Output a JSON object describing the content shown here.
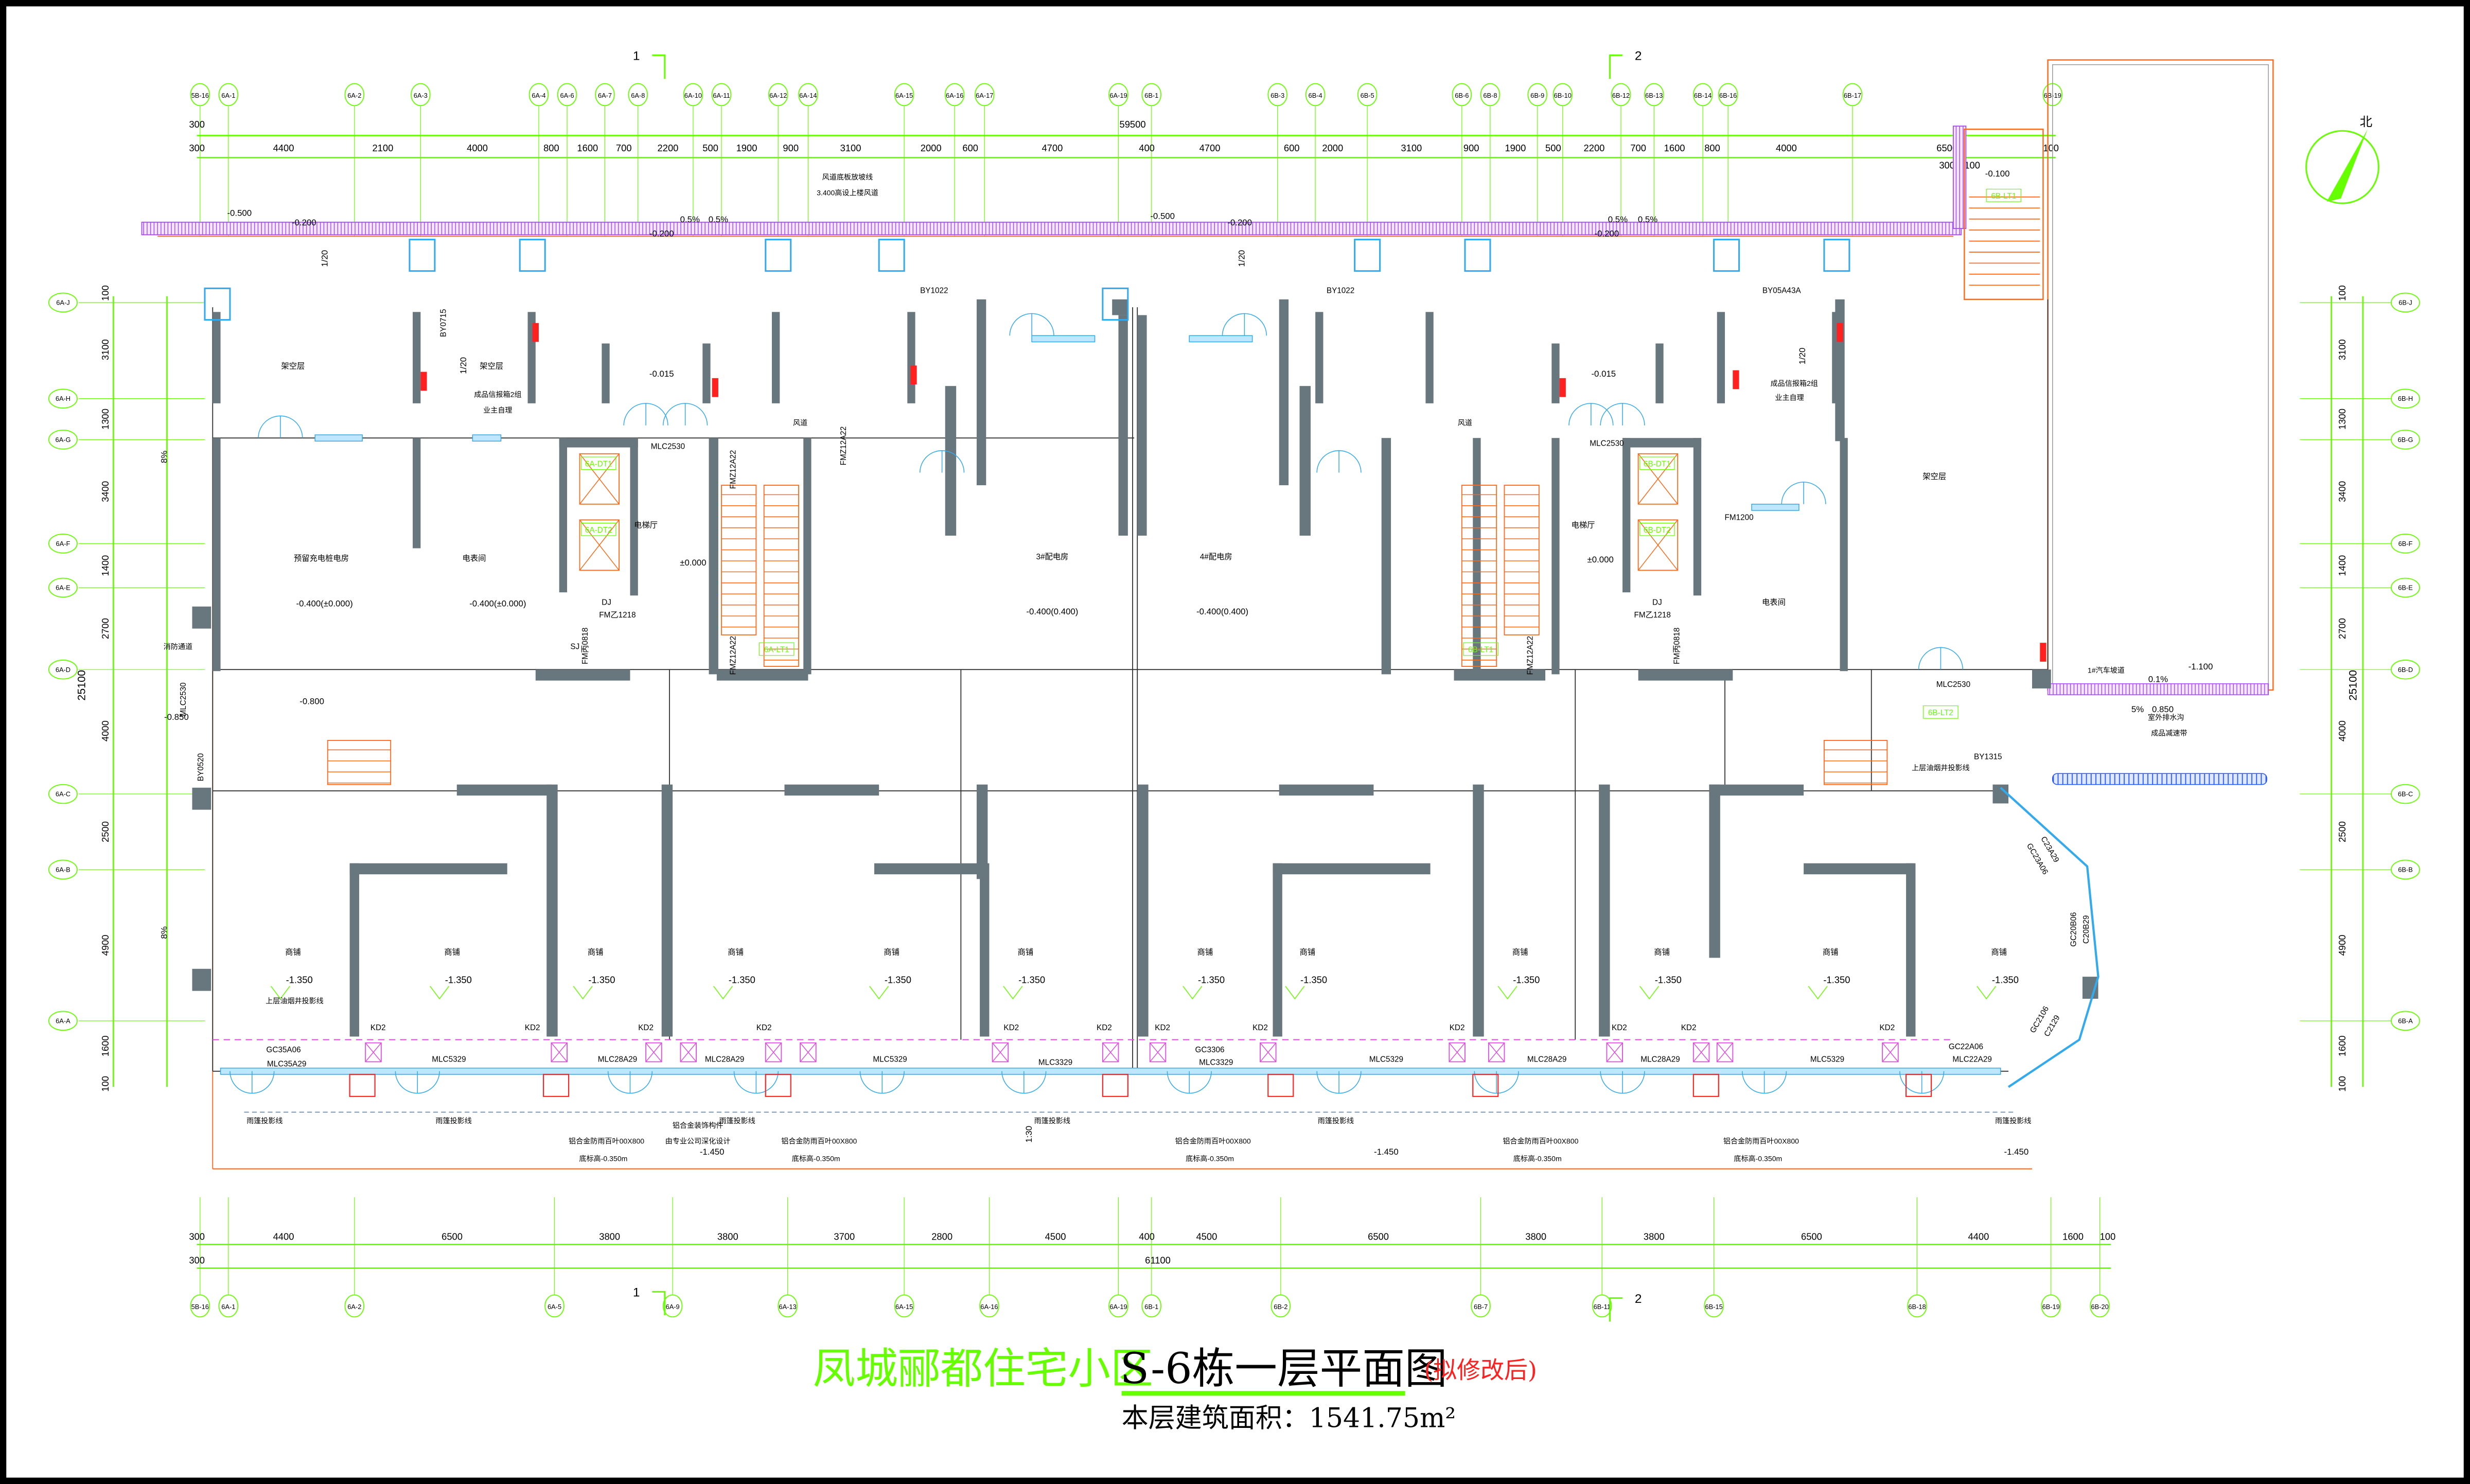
{
  "title": {
    "project": "凤城郦都住宅小区",
    "drawing": "S-6栋一层平面图",
    "revision_note": "(拟修改后)",
    "area": "本层建筑面积：1541.75m²"
  },
  "north_arrow": {
    "label": "北"
  },
  "section_marks": [
    "1",
    "2",
    "1",
    "2"
  ],
  "top_axes": [
    "5B-16",
    "6A-1",
    "6A-2",
    "6A-3",
    "6A-4",
    "6A-6",
    "6A-7",
    "6A-8",
    "6A-10",
    "6A-11",
    "6A-12",
    "6A-14",
    "6A-15",
    "6A-16",
    "6A-17",
    "6A-19",
    "6B-1",
    "6B-3",
    "6B-4",
    "6B-5",
    "6B-6",
    "6B-8",
    "6B-9",
    "6B-10",
    "6B-12",
    "6B-13",
    "6B-14",
    "6B-16",
    "6B-17",
    "6B-19"
  ],
  "top_dims_total": [
    "300",
    "59500"
  ],
  "top_dims": [
    "300",
    "4400",
    "2100",
    "4000",
    "800",
    "1600",
    "700",
    "2200",
    "500",
    "1900",
    "900",
    "3100",
    "2000",
    "600",
    "4700",
    "400",
    "4700",
    "600",
    "2000",
    "3100",
    "900",
    "1900",
    "500",
    "2200",
    "700",
    "1600",
    "800",
    "4000",
    "6500",
    "100",
    "300",
    "100"
  ],
  "bottom_axes": [
    "5B-16",
    "6A-1",
    "6A-2",
    "6A-5",
    "6A-9",
    "6A-13",
    "6A-15",
    "6A-16",
    "6A-19",
    "6B-1",
    "6B-2",
    "6B-7",
    "6B-11",
    "6B-15",
    "6B-18",
    "6B-19",
    "6B-20"
  ],
  "bottom_dims": [
    "300",
    "4400",
    "6500",
    "3800",
    "3800",
    "3700",
    "2800",
    "4500",
    "400",
    "4500",
    "6500",
    "3800",
    "3800",
    "6500",
    "4400",
    "1600",
    "100"
  ],
  "bottom_dims_total": [
    "300",
    "61100"
  ],
  "left_axes": [
    "6A-J",
    "6A-H",
    "6A-G",
    "6A-F",
    "6A-E",
    "6A-D",
    "6A-C",
    "6A-B",
    "6A-A"
  ],
  "right_axes": [
    "6B-J",
    "6B-H",
    "6B-G",
    "6B-F",
    "6B-E",
    "6B-D",
    "6B-C",
    "6B-B",
    "6B-A"
  ],
  "side_dims": [
    "100",
    "3100",
    "1300",
    "3400",
    "1400",
    "2700",
    "4000",
    "2500",
    "4900",
    "1600",
    "100"
  ],
  "side_dim_total": "25100",
  "rooms": [
    "架空层",
    "架空层",
    "预留充电桩电房",
    "电表间",
    "电梯厅",
    "3#配电房",
    "4#配电房",
    "电梯厅",
    "电表间",
    "架空层",
    "商铺",
    "商铺",
    "商铺",
    "商铺",
    "商铺",
    "商铺",
    "商铺",
    "商铺",
    "商铺",
    "商铺",
    "商铺",
    "商铺"
  ],
  "shop_elevation": "-1.350",
  "elevations": [
    "-0.500",
    "-0.200",
    "-0.200",
    "-0.500",
    "-0.200",
    "-0.200",
    "-0.015",
    "-0.015",
    "-0.400(±0.000)",
    "-0.400(±0.000)",
    "±0.000",
    "±0.000",
    "-0.400(0.400)",
    "-0.400(0.400)",
    "-0.800",
    "-0.850",
    "-1.100",
    "0.850",
    "-1.450",
    "-1.450",
    "-1.450",
    "-0.100"
  ],
  "slopes": [
    "0.5%",
    "0.5%",
    "0.5%",
    "0.5%",
    "1/20",
    "1/20",
    "1/20",
    "1/20",
    "8%",
    "8%",
    "0.1%",
    "5%",
    "1:30"
  ],
  "annotations": [
    "风道底板放坡线",
    "3.400高设上楼风道",
    "成品信报箱2组",
    "业主自理",
    "成品信报箱2组",
    "业主自理",
    "消防通道",
    "1#汽车坡道",
    "室外排水沟",
    "成品减速带",
    "上层油烟井投影线",
    "上层油烟井投影线",
    "雨篷投影线",
    "雨篷投影线",
    "雨篷投影线",
    "雨篷投影线",
    "雨篷投影线",
    "雨篷投影线",
    "铝合金装饰构件",
    "由专业公司深化设计",
    "铝合金防雨百叶00X800",
    "底标高-0.350m",
    "铝合金防雨百叶00X800",
    "底标高-0.350m",
    "铝合金防雨百叶00X800",
    "底标高-0.350m",
    "铝合金防雨百叶00X800",
    "底标高-0.350m",
    "铝合金防雨百叶00X800",
    "底标高-0.350m",
    "风道",
    "风道"
  ],
  "openings": [
    "BY0715",
    "BY1022",
    "BY1022",
    "BY05A43A",
    "MLC2530",
    "MLC2530",
    "MLC2530",
    "FMZ12A22",
    "FMZ12A22",
    "FMZ12A22",
    "FMZ12A22",
    "FM乙1218",
    "FM乙1218",
    "FM丙0818",
    "FM丙0818",
    "DJ",
    "DJ",
    "SJ",
    "FM1200",
    "BY0520",
    "BY1315",
    "MLC2530",
    "GC35A06",
    "MLC35A29",
    "MLC5329",
    "MLC28A29",
    "MLC28A29",
    "MLC5329",
    "MLC3329",
    "GC3306",
    "MLC3329",
    "MLC5329",
    "MLC28A29",
    "MLC28A29",
    "MLC5329",
    "GC22A06",
    "MLC22A29",
    "KD2",
    "KD2",
    "KD2",
    "KD2",
    "KD2",
    "KD2",
    "KD2",
    "KD2",
    "KD2",
    "KD2",
    "KD2",
    "KD2",
    "C23A29",
    "GC23A06",
    "GC20B06",
    "C20B29",
    "GC2106",
    "C2129"
  ],
  "equipment_tags": [
    "6A-DT1",
    "6A-DT2",
    "6A-LT1",
    "6B-DT1",
    "6B-DT2",
    "6B-LT1",
    "6B-LT2",
    "6B-LT1"
  ],
  "colors": {
    "axis": "#66ff00",
    "wall": "#68767d",
    "window": "#33aaee",
    "orange": "#ff6a1a",
    "purple": "#a64dff",
    "magenta": "#e04de0",
    "red": "#ff2020",
    "dim_text": "#000000"
  }
}
